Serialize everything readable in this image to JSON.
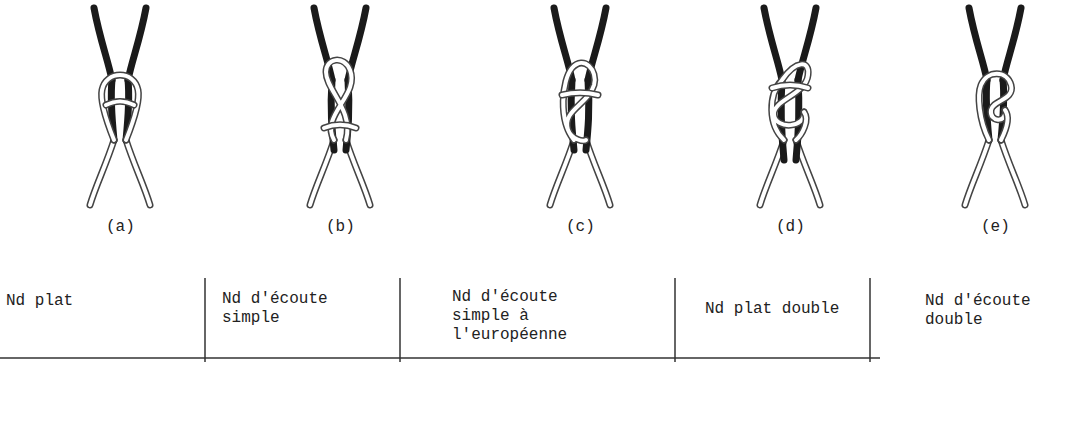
{
  "diagram": {
    "labels": [
      "(a)",
      "(b)",
      "(c)",
      "(d)",
      "(e)",
      "Nd plat",
      "Nd d'écoute simple",
      "Nd d'écoute simple à l'européenne",
      "Nd plat double",
      "Nd d'écoute double"
    ]
  }
}
